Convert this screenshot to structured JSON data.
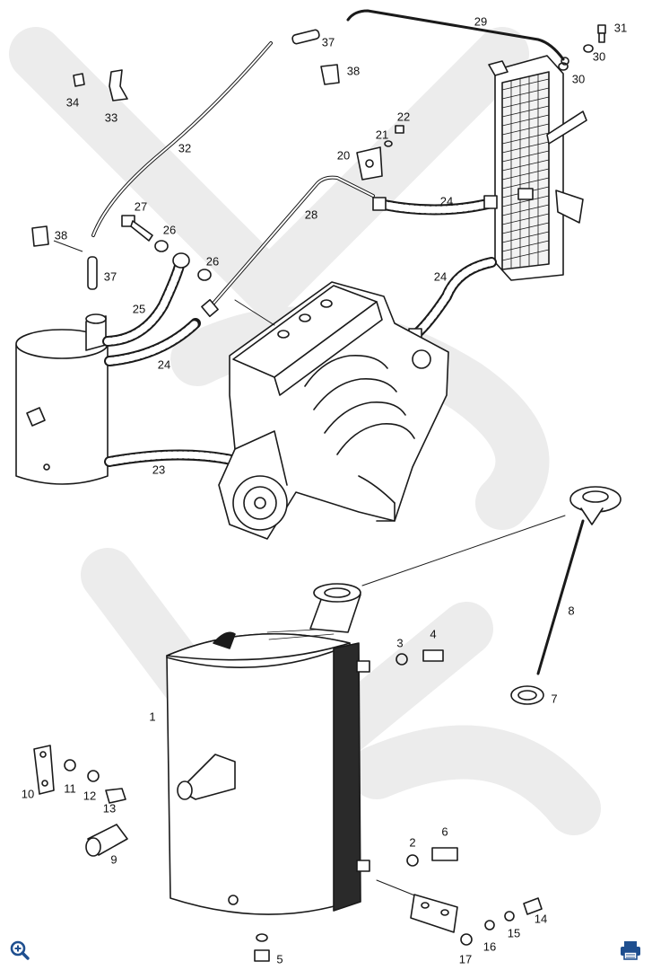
{
  "diagram": {
    "callouts": [
      "1",
      "2",
      "3",
      "4",
      "5",
      "6",
      "7",
      "8",
      "9",
      "10",
      "11",
      "12",
      "13",
      "14",
      "15",
      "16",
      "17",
      "20",
      "21",
      "22",
      "23",
      "24",
      "25",
      "26",
      "27",
      "28",
      "29",
      "30",
      "31",
      "32",
      "33",
      "34",
      "37",
      "38"
    ]
  },
  "colors": {
    "ink": "#1a1a1a",
    "watermark": "#e9e9e9",
    "toolbar_icon": "#1f4f8f"
  },
  "toolbar": {
    "zoom_icon": "magnifier-plus-icon",
    "print_icon": "printer-icon"
  }
}
